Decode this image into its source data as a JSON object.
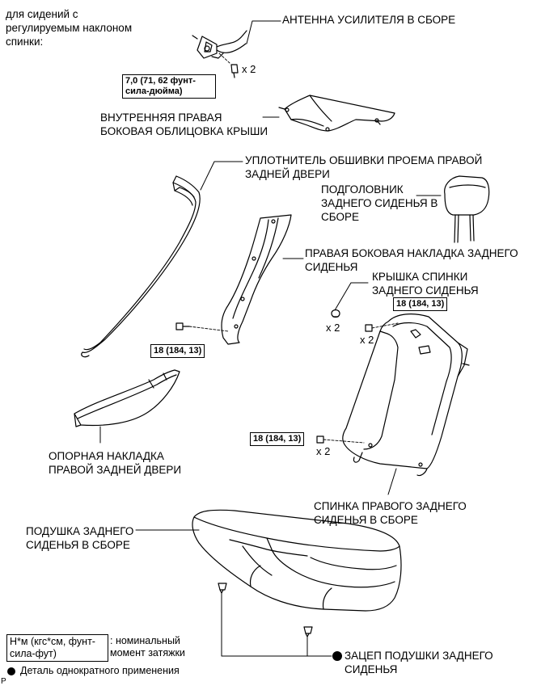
{
  "header_note": "для сидений с\nрегулируемым наклоном\nспинки:",
  "labels": {
    "antenna": "АНТЕННА УСИЛИТЕЛЯ В СБОРЕ",
    "roof_trim": "ВНУТРЕННЯЯ ПРАВАЯ\nБОКОВАЯ ОБЛИЦОВКА КРЫШИ",
    "door_seal": "УПЛОТНИТЕЛЬ ОБШИВКИ ПРОЕМА ПРАВОЙ\nЗАДНЕЙ ДВЕРИ",
    "headrest": "ПОДГОЛОВНИК\nЗАДНЕГО СИДЕНЬЯ В\nСБОРЕ",
    "side_cover": "ПРАВАЯ БОКОВАЯ НАКЛАДКА ЗАДНЕГО\nСИДЕНЬЯ",
    "seatback_cover": "КРЫШКА СПИНКИ\nЗАДНЕГО СИДЕНЬЯ",
    "scuff_plate": "ОПОРНАЯ НАКЛАДКА\nПРАВОЙ ЗАДНЕЙ ДВЕРИ",
    "seatback": "СПИНКА ПРАВОГО ЗАДНЕГО\nСИДЕНЬЯ В СБОРЕ",
    "cushion": "ПОДУШКА ЗАДНЕГО\nСИДЕНЬЯ В СБОРЕ",
    "cushion_hook": "ЗАЦЕП ПОДУШКИ ЗАДНЕГО\nСИДЕНЬЯ"
  },
  "torque": {
    "antenna": "7,0 (71, 62 фунт-\nсила-дюйма)",
    "side_cover": "18 (184, 13)",
    "seatback_top": "18 (184, 13)",
    "seatback_bottom": "18 (184, 13)"
  },
  "quantities": {
    "antenna_bolt": "x 2",
    "cover_clip": "x 2",
    "seatback_top_bolt": "x 2",
    "seatback_bottom_bolt": "x 2"
  },
  "legend": {
    "torque_unit": "Н*м (кгс*см, фунт-\nсила-фут)",
    "torque_desc": ": номинальный\nмомент затяжки",
    "single_use": "Деталь однократного применения"
  },
  "corner_mark": "P"
}
